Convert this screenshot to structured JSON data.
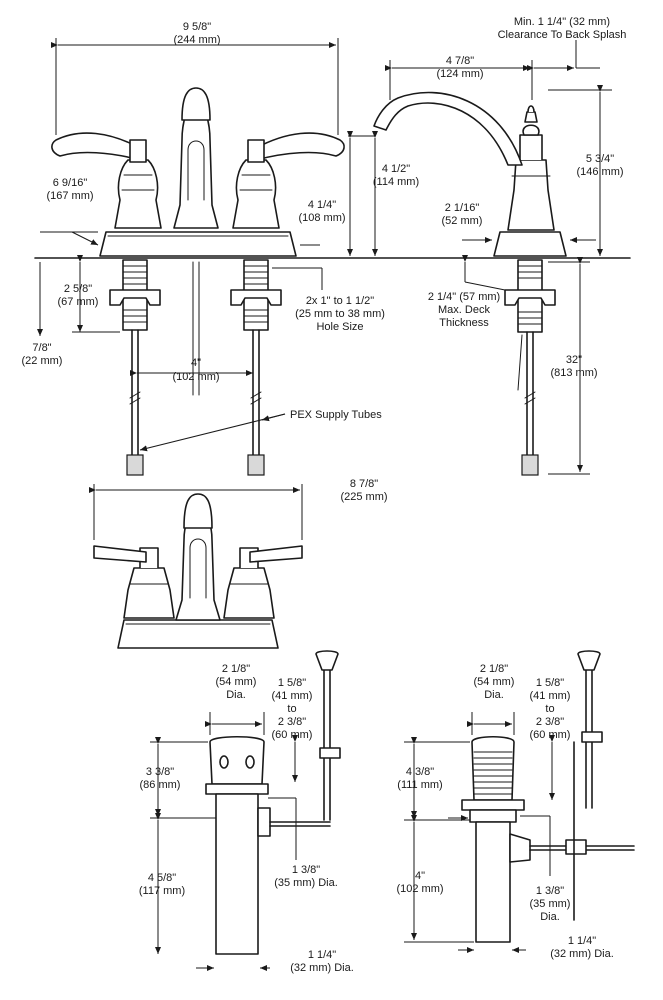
{
  "top_front": {
    "width_in": "9 5/8\"",
    "width_mm": "(244 mm)",
    "height_in": "6 9/16\"",
    "height_mm": "(167 mm)",
    "spout_h_in": "4 1/2\"",
    "spout_h_mm": "(114 mm)",
    "handle_h_in": "4 1/4\"",
    "handle_h_mm": "(108 mm)",
    "shank_in": "2 5/8\"",
    "shank_mm": "(67 mm)",
    "nut_in": "7/8\"",
    "nut_mm": "(22 mm)",
    "centers_in": "4\"",
    "centers_mm": "(102 mm)",
    "hole_1": "2x 1\" to 1 1/2\"",
    "hole_2": "(25 mm to 38 mm)",
    "hole_3": "Hole Size",
    "pex": "PEX Supply Tubes"
  },
  "top_side": {
    "clear_1": "Min. 1 1/4\" (32 mm)",
    "clear_2": "Clearance To Back Splash",
    "reach_in": "4 7/8\"",
    "reach_mm": "(124 mm)",
    "height_in": "5 3/4\"",
    "height_mm": "(146 mm)",
    "base_in": "2 1/16\"",
    "base_mm": "(52 mm)",
    "deck_1": "2 1/4\" (57 mm)",
    "deck_2": "Max. Deck",
    "deck_3": "Thickness",
    "tube_in": "32\"",
    "tube_mm": "(813 mm)"
  },
  "middle": {
    "width_in": "8 7/8\"",
    "width_mm": "(225 mm)"
  },
  "drain_left": {
    "top_in": "2 1/8\"",
    "top_mm": "(54 mm)",
    "top_dia": "Dia.",
    "rod_in": "1 5/8\"",
    "rod_mm": "(41 mm)",
    "rod_to": "to",
    "rod_in2": "2 3/8\"",
    "rod_mm2": "(60 mm)",
    "h1_in": "3 3/8\"",
    "h1_mm": "(86 mm)",
    "h2_in": "4 5/8\"",
    "h2_mm": "(117 mm)",
    "mid_in": "1 3/8\"",
    "mid_mm": "(35 mm) Dia.",
    "bot_in": "1 1/4\"",
    "bot_mm": "(32 mm) Dia."
  },
  "drain_right": {
    "top_in": "2 1/8\"",
    "top_mm": "(54 mm)",
    "top_dia": "Dia.",
    "rod_in": "1 5/8\"",
    "rod_mm": "(41 mm)",
    "rod_to": "to",
    "rod_in2": "2 3/8\"",
    "rod_mm2": "(60 mm)",
    "h1_in": "4 3/8\"",
    "h1_mm": "(111 mm)",
    "h2_in": "4\"",
    "h2_mm": "(102 mm)",
    "mid_in": "1 3/8\"",
    "mid_mm": "(35 mm)",
    "mid_dia": "Dia.",
    "bot_in": "1 1/4\"",
    "bot_mm": "(32 mm) Dia."
  }
}
